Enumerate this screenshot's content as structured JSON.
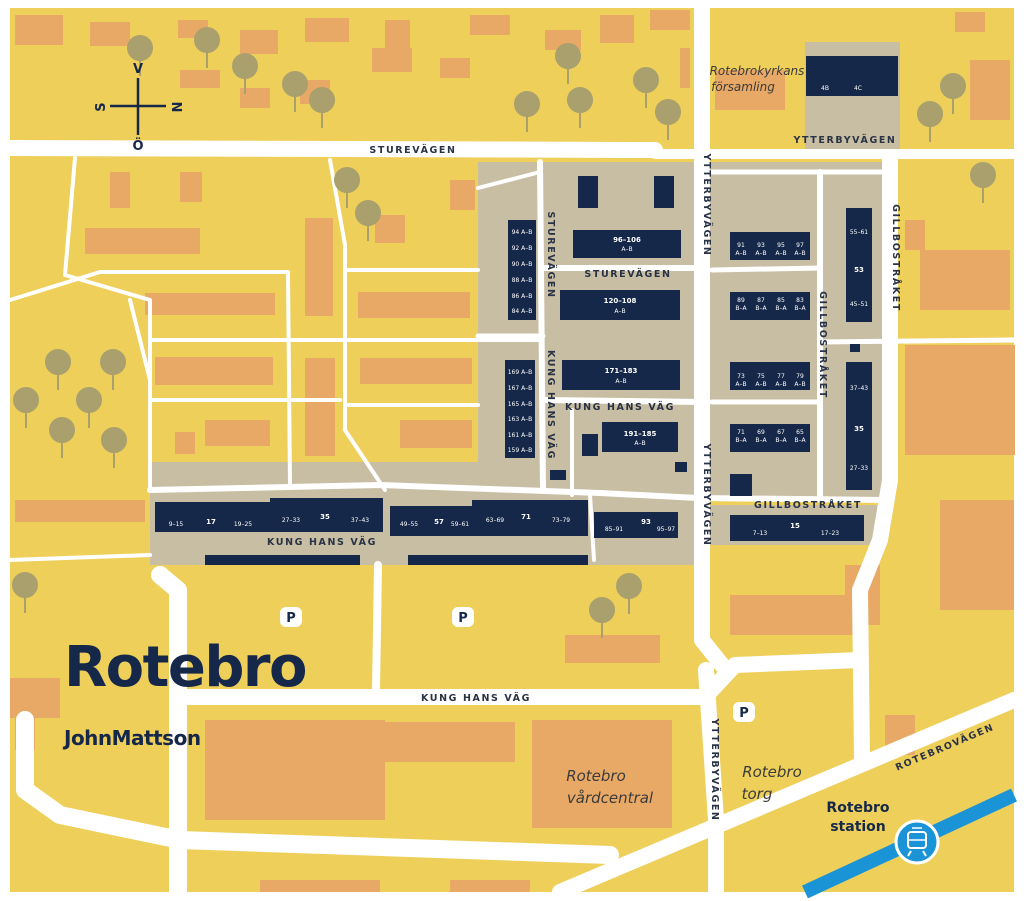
{
  "map": {
    "title": "Rotebro",
    "brand": "JohnMattson",
    "compass": {
      "north": "N",
      "south": "S",
      "west": "V",
      "east": "Ö"
    },
    "streets": {
      "sturevagen": "STUREVÄGEN",
      "ytterbyvagen": "YTTERBYVÄGEN",
      "gillbostraket": "GILLBOSTRÅKET",
      "kung_hans_vag": "KUNG HANS VÄG",
      "rotebrovagen": "ROTEBROVÄGEN"
    },
    "places": {
      "church_line1": "Rotebrokyrkans",
      "church_line2": "församling",
      "vardcentral_line1": "Rotebro",
      "vardcentral_line2": "vårdcentral",
      "torg_line1": "Rotebro",
      "torg_line2": "torg",
      "station_line1": "Rotebro",
      "station_line2": "station"
    },
    "parking_label": "P",
    "colors": {
      "land": "#eecf5a",
      "plot": "#e9a966",
      "courtyard": "#c8bea3",
      "building": "#15284a",
      "road": "#ffffff",
      "tree": "#a9a06e",
      "rail": "#1a94d6"
    },
    "buildings": {
      "church_a": "4B",
      "church_b": "4C",
      "b96": "96–106",
      "b96s": "A–B",
      "b120": "120–108",
      "b120s": "A–B",
      "b171": "171–183",
      "b171s": "A–B",
      "b191": "191–185",
      "b191s": "A–B",
      "col1": [
        "94 A–B",
        "92 A–B",
        "90 A–B",
        "88 A–B",
        "86 A–B",
        "84 A–B"
      ],
      "col2": [
        "169 A–B",
        "167 A–B",
        "165 A–B",
        "163 A–B",
        "161 A–B",
        "159 A–B"
      ],
      "g91": [
        "91",
        "93",
        "95",
        "97"
      ],
      "g89": [
        "89",
        "87",
        "85",
        "83"
      ],
      "g73": [
        "73",
        "75",
        "77",
        "79"
      ],
      "g71": [
        "71",
        "69",
        "67",
        "65"
      ],
      "ab": "A–B",
      "ba": "B–A",
      "east_n": [
        "55–61",
        "53",
        "45–51"
      ],
      "east_s": [
        "37–43",
        "35",
        "27–33"
      ],
      "kh_left": [
        "9–15",
        "17",
        "19–25",
        "27–33",
        "35",
        "37–43"
      ],
      "kh_mid": [
        "49–55",
        "57",
        "59–61",
        "63–69",
        "71",
        "73–79"
      ],
      "kh_right": [
        "85–91",
        "93",
        "95–97"
      ],
      "gb_bottom": [
        "7–13",
        "15",
        "17–23"
      ]
    }
  }
}
